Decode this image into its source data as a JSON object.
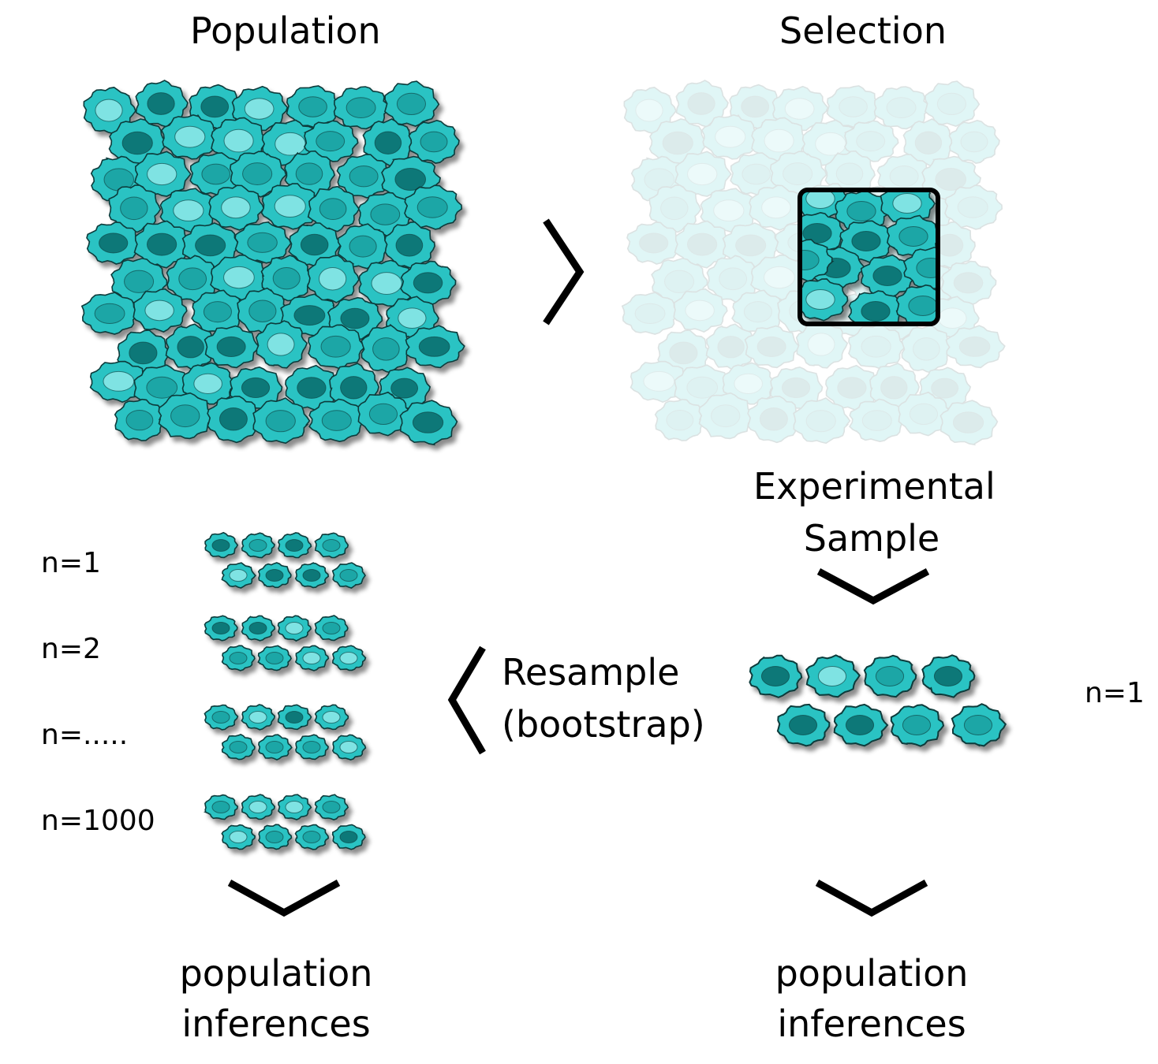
{
  "titles": {
    "population": "Population",
    "selection": "Selection"
  },
  "experimental_sample": {
    "line1": "Experimental",
    "line2": "Sample",
    "n_label": "n=1"
  },
  "resample": {
    "line1": "Resample",
    "line2": "(bootstrap)"
  },
  "bootstrap_rows": [
    {
      "label": "n=1"
    },
    {
      "label": "n=2"
    },
    {
      "label": "n=....."
    },
    {
      "label": "n=1000"
    }
  ],
  "outputs": {
    "left": {
      "line1": "population",
      "line2": "inferences"
    },
    "right": {
      "line1": "population",
      "line2": "inferences"
    }
  },
  "colors": {
    "cell_fill": "#2bc3c3",
    "cell_edge": "#0a3b3b",
    "nucleus_light": "#7fe3e3",
    "nucleus_mid": "#1ea6a6",
    "nucleus_dark": "#0f7878",
    "arrow": "#000000",
    "faded_opacity": 0.14
  }
}
